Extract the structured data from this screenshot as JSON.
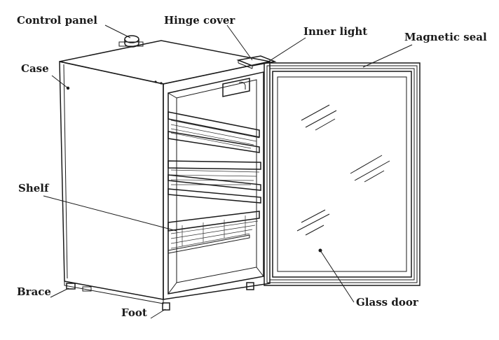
{
  "labels": {
    "control_panel": "Control   panel",
    "hinge_cover": "Hinge cover",
    "inner_light": "Inner light",
    "magnetic_seal": "Magnetic seal",
    "case": "Case",
    "shelf": "Shelf",
    "brace": "Brace",
    "foot": "Foot",
    "glass_door": "Glass door"
  }
}
